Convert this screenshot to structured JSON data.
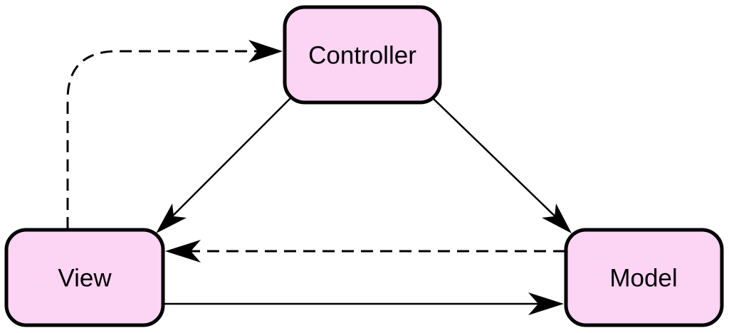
{
  "diagram": {
    "nodes": {
      "controller": {
        "label": "Controller"
      },
      "view": {
        "label": "View"
      },
      "model": {
        "label": "Model"
      }
    },
    "edges": [
      {
        "from": "controller",
        "to": "view",
        "style": "solid"
      },
      {
        "from": "controller",
        "to": "model",
        "style": "solid"
      },
      {
        "from": "view",
        "to": "model",
        "style": "solid"
      },
      {
        "from": "model",
        "to": "view",
        "style": "dashed"
      },
      {
        "from": "view",
        "to": "controller",
        "style": "dashed"
      }
    ],
    "colors": {
      "node_fill": "#fcd4f4",
      "node_stroke": "#000000",
      "edge": "#000000",
      "background": "#ffffff"
    }
  }
}
